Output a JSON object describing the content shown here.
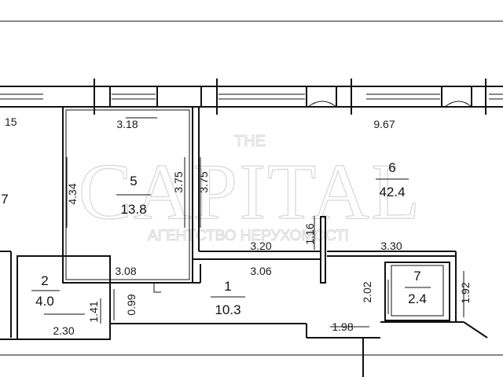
{
  "watermark": {
    "small": "THE",
    "main": "CAPITAL",
    "sub": "АГЕНТСТВО НЕРУХОМОСТІ"
  },
  "rooms": [
    {
      "number": "5",
      "area": "13.8"
    },
    {
      "number": "6",
      "area": "42.4"
    },
    {
      "number": "1",
      "area": "10.3"
    },
    {
      "number": "2",
      "area": "4.0"
    },
    {
      "number": "7",
      "area": "2.4"
    },
    {
      "number": "",
      "area": "7"
    }
  ],
  "dimensions": {
    "d_15": "15",
    "d_318": "3.18",
    "d_967": "9.67",
    "d_434": "4.34",
    "d_375a": "3.75",
    "d_375b": "3.75",
    "d_116": "1.16",
    "d_320": "3.20",
    "d_330": "3.30",
    "d_308": "3.08",
    "d_306": "3.06",
    "d_202": "2.02",
    "d_192": "1.92",
    "d_141": "1.41",
    "d_099": "0.99",
    "d_230": "2.30",
    "d_198": "1.98"
  }
}
